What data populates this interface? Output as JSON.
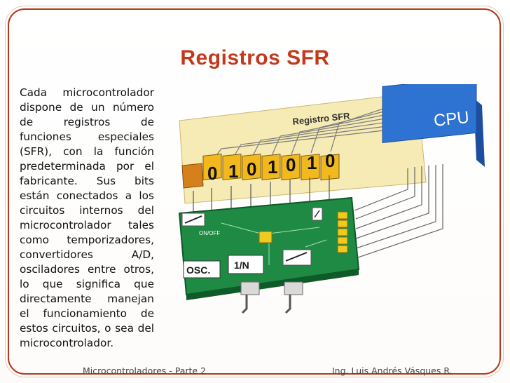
{
  "slide": {
    "title": "Registros SFR",
    "body": "Cada microcontrolador dispone de un número de registros de funciones especiales (SFR), con la función predeterminada por el fabricante. Sus bits están conectados a los circuitos internos del microcontrolador tales como temporizadores, convertidores A/D, osciladores entre otros, lo que significa que directamente manejan el funcionamiento de estos circuitos, o sea del microcontrolador."
  },
  "diagram": {
    "register_label": "Registro SFR",
    "cpu_label": "CPU",
    "bits": [
      "0",
      "1",
      "0",
      "1",
      "0",
      "1",
      "0"
    ],
    "switch_label": "ON/OFF",
    "osc_label": "OSC.",
    "divider_label": "1/N"
  },
  "footer": {
    "left": "Microcontroladores - Parte 2",
    "right": "Ing. Luis Andrés Vásques R."
  }
}
